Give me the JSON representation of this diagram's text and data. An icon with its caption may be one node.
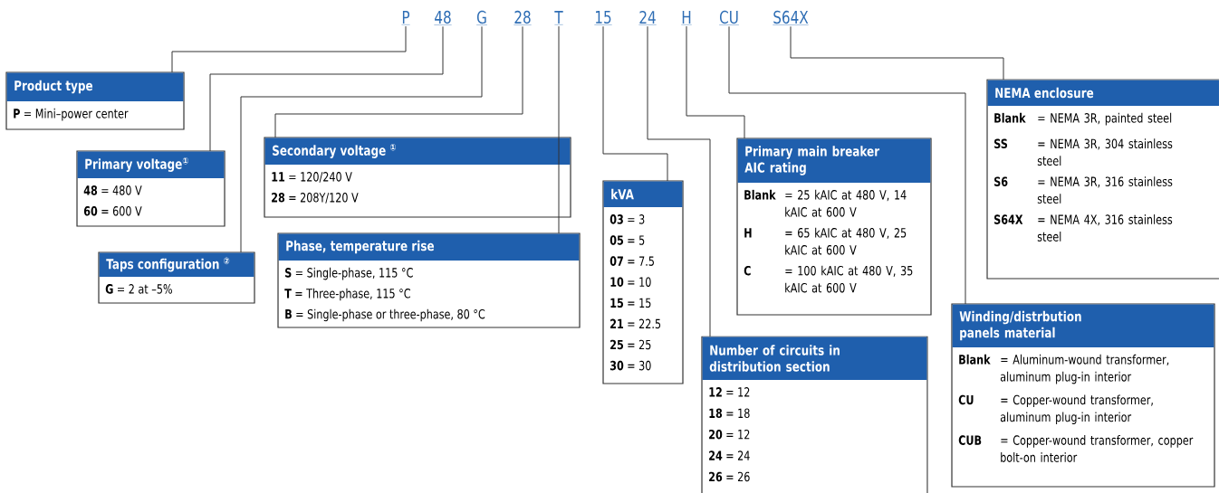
{
  "diagram": {
    "nodes": [
      {
        "text": [
          "P"
        ]
      },
      {
        "text": [
          "48"
        ]
      },
      {
        "text": [
          "G"
        ]
      },
      {
        "text": [
          "28"
        ]
      },
      {
        "text": [
          "T"
        ]
      },
      {
        "text": [
          "15"
        ]
      },
      {
        "text": [
          "24"
        ]
      },
      {
        "text": [
          "H"
        ]
      },
      {
        "text": [
          "CU"
        ]
      },
      {
        "text": [
          "S64X"
        ]
      },
      {
        "text": [
          "Product type",
          "P",
          "= Mini–power center"
        ]
      },
      {
        "text": [
          "Primary voltage$^{①}$",
          "48",
          "= 480 V",
          "60",
          "= 600 V"
        ]
      },
      {
        "text": [
          "Taps configuration $^{②}$",
          "G",
          "= 2 at –5%"
        ]
      },
      {
        "text": [
          "Secondary voltage $^{①}$",
          "11",
          "= 120/240 V",
          "28",
          "= 208Y/120 V"
        ]
      },
      {
        "text": [
          "Phase, temperature rise",
          "S",
          "= Single-phase, 115 °C",
          "T",
          "= Three-phase, 115 °C",
          "B",
          "= Single-phase or three-phase, 80 °C"
        ]
      },
      {
        "text": [
          "kVA",
          "03",
          "= 3",
          "05",
          "= 5",
          "07",
          "= 7.5",
          "10",
          "= 10",
          "15",
          "= 15",
          "21",
          "= 22.5",
          "25",
          "= 25",
          "30",
          "= 30"
        ]
      },
      {
        "text": [
          "Primary main breaker AIC rating",
          "Blank",
          "= 25 kAIC at 480 V, 14 kAIC at 600 V",
          "H",
          "= 65 kAIC at 480 V, 25 kAIC at 600 V",
          "C",
          "= 100 kAIC at 480 V, 35 kAIC at 600 V"
        ]
      },
      {
        "text": [
          "Number of circuits in distribution section",
          "12",
          "= 12",
          "18",
          "= 18",
          "20",
          "= 12",
          "24",
          "= 24",
          "26",
          "= 26"
        ]
      },
      {
        "text": [
          "NEMA enclosure",
          "Blank",
          "= NEMA 3R, painted steel",
          "SS",
          "= NEMA 3R, 304 stainless steel",
          "S6",
          "= NEMA 3R, 316 stainless steel",
          "S64X",
          "= NEMA 4X, 316 stainless steel"
        ]
      },
      {
        "text": [
          "Winding/distrbution panels material",
          "Blank",
          "= Aluminum-wound transformer, aluminum plug-in interior",
          "CU",
          "= Copper-wound transformer, aluminum plug-in interior",
          "CUB",
          "= Copper-wound transformer, copper bolt-on interior"
        ]
      }
    ],
    "edges": [
      {
        "from": 0,
        "to": 10,
        "arrow": "none"
      },
      {
        "from": 1,
        "to": 11,
        "arrow": "none"
      },
      {
        "from": 2,
        "to": 12,
        "arrow": "none"
      },
      {
        "from": 3,
        "to": 13,
        "arrow": "none"
      },
      {
        "from": 4,
        "to": 14,
        "arrow": "none"
      },
      {
        "from": 5,
        "to": 15,
        "arrow": "none"
      },
      {
        "from": 6,
        "to": 17,
        "arrow": "none"
      },
      {
        "from": 7,
        "to": 16,
        "arrow": "none"
      },
      {
        "from": 8,
        "to": 19,
        "arrow": "none"
      },
      {
        "from": 9,
        "to": 18,
        "arrow": "none"
      }
    ]
  }
}
